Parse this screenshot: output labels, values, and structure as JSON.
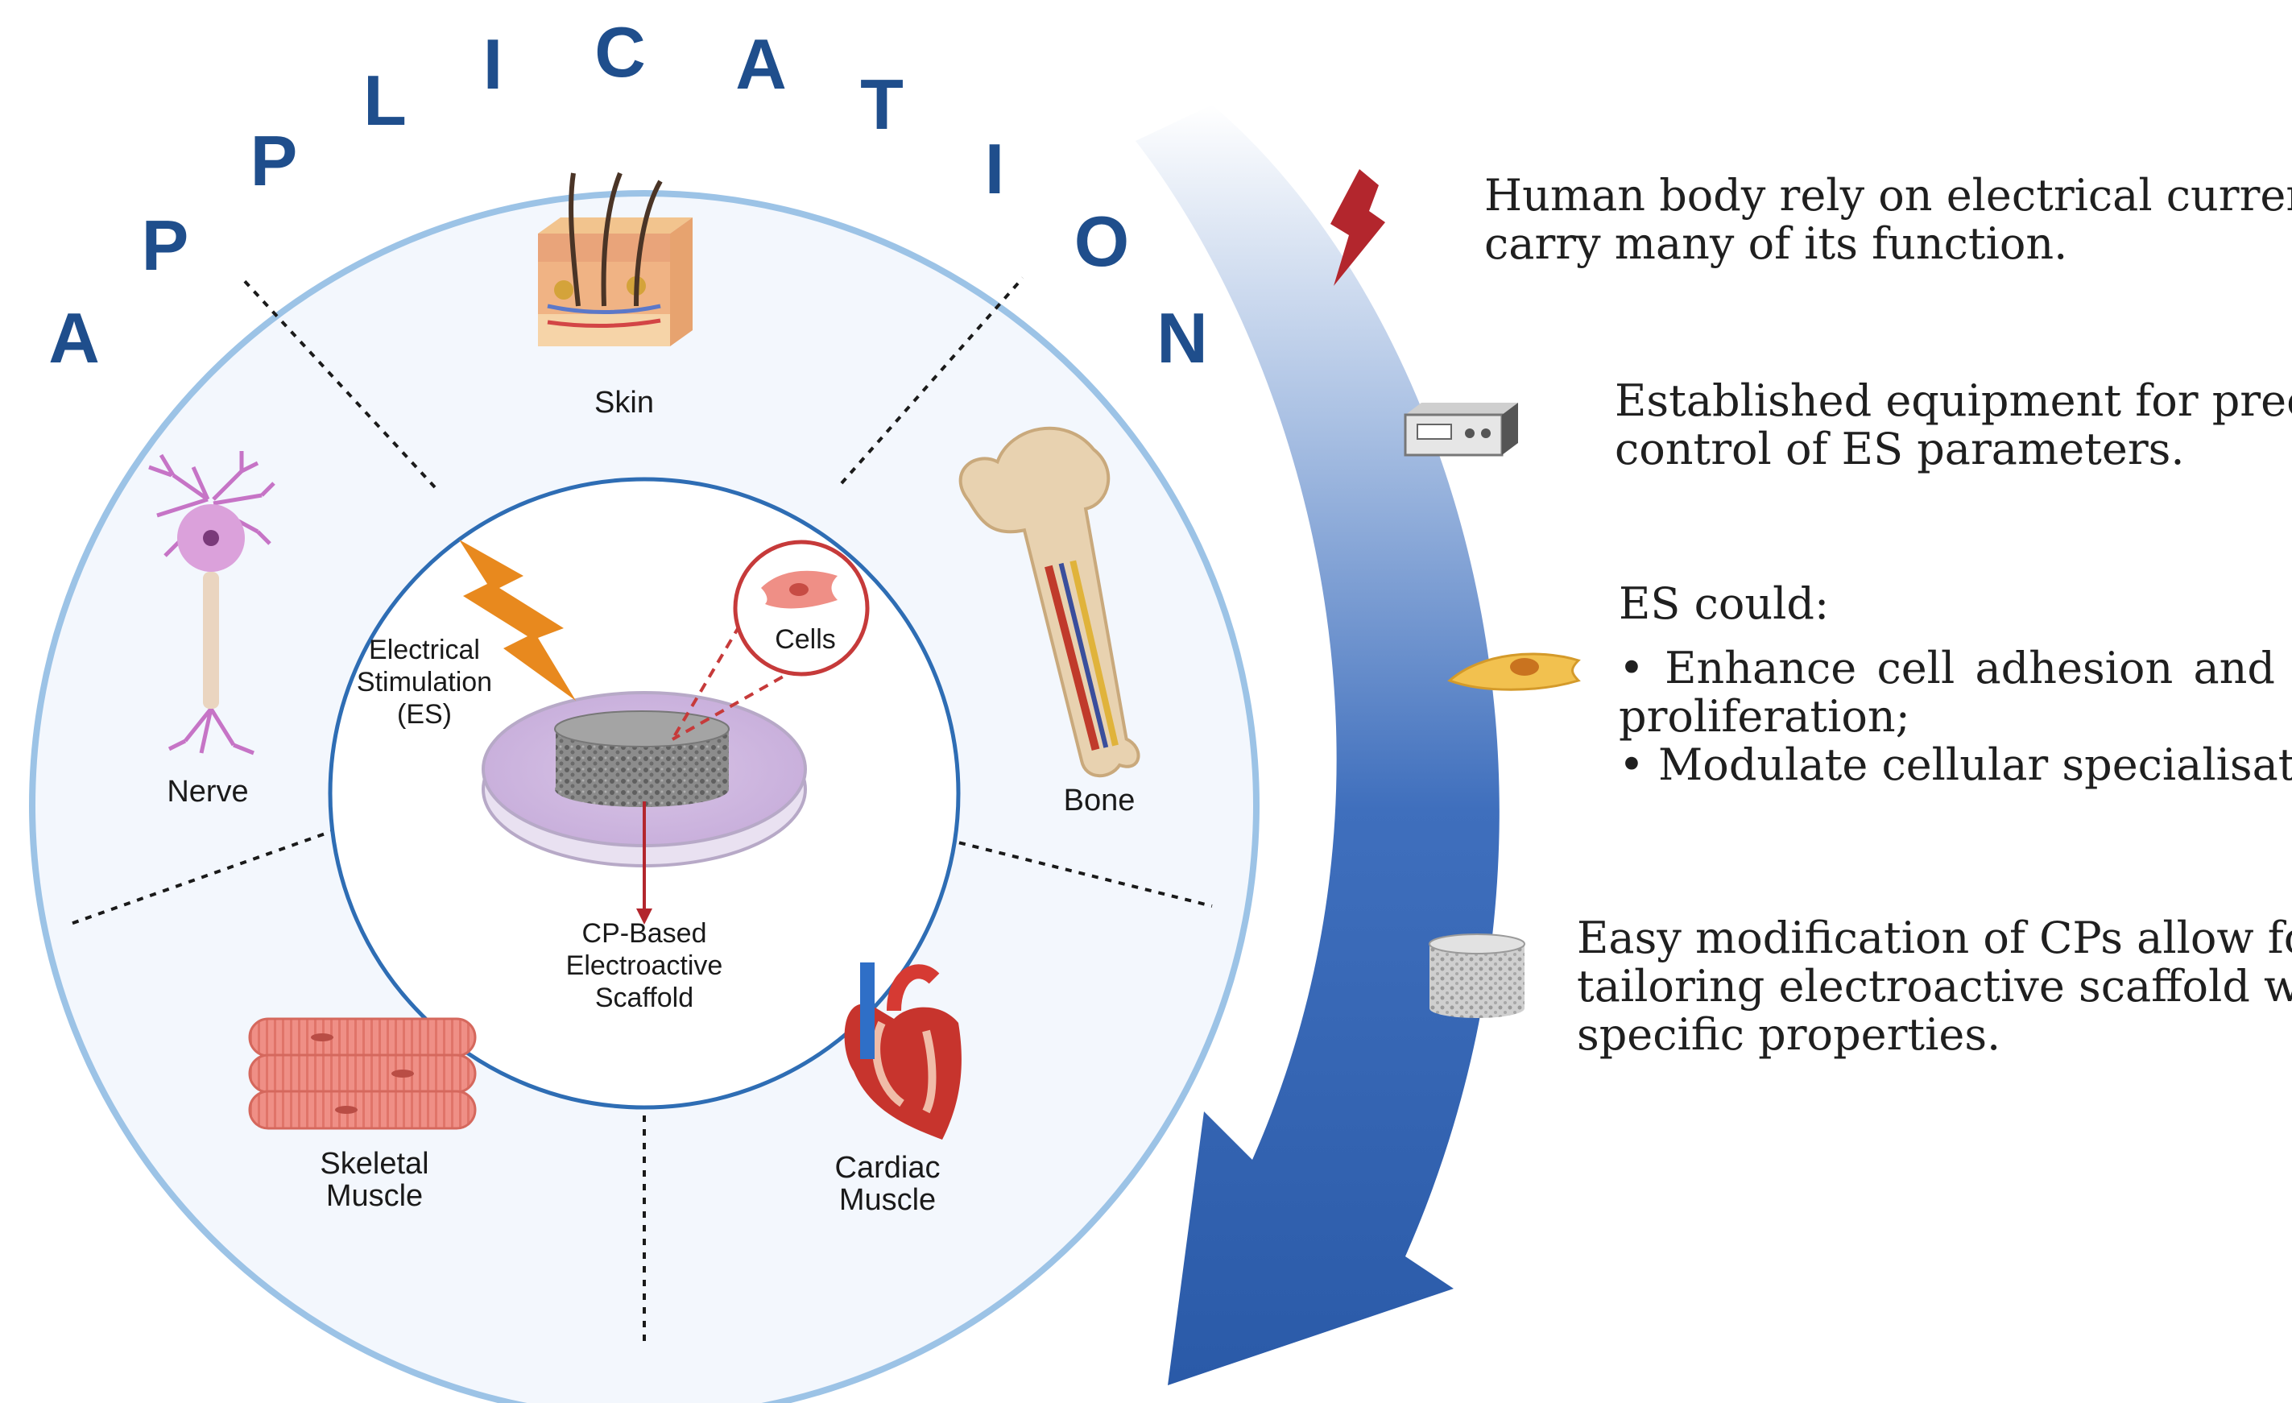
{
  "title_word": [
    "A",
    "P",
    "P",
    "L",
    "I",
    "C",
    "A",
    "T",
    "I",
    "O",
    "N"
  ],
  "center": {
    "es_label": [
      "Electrical",
      "Stimulation",
      "(ES)"
    ],
    "cells_label": "Cells",
    "scaffold_label": [
      "CP-Based",
      "Electroactive",
      "Scaffold"
    ]
  },
  "segments": {
    "skin": "Skin",
    "bone": "Bone",
    "cardiac": [
      "Cardiac",
      "Muscle"
    ],
    "skeletal": [
      "Skeletal",
      "Muscle"
    ],
    "nerve": "Nerve"
  },
  "points": {
    "p1": [
      "Human body rely on electrical current to",
      "carry many of its function."
    ],
    "p2": [
      "Established equipment for precise",
      "control of ES parameters."
    ],
    "p3_head": "ES could:",
    "p3_b1": [
      "• Enhance cell adhesion and",
      "proliferation;"
    ],
    "p3_b2": "• Modulate cellular specialisation",
    "p4": [
      "Easy modification of CPs allow for",
      "tailoring electroactive scaffold with",
      "specific properties."
    ]
  },
  "colors": {
    "title_blue": "#1f4e8c",
    "outer_ring": "#9cc3e6",
    "inner_ring": "#2e6db4",
    "arrow_blue": "#2f5fae",
    "lightning_orange": "#e8891e",
    "lightning_red": "#b3262d"
  }
}
